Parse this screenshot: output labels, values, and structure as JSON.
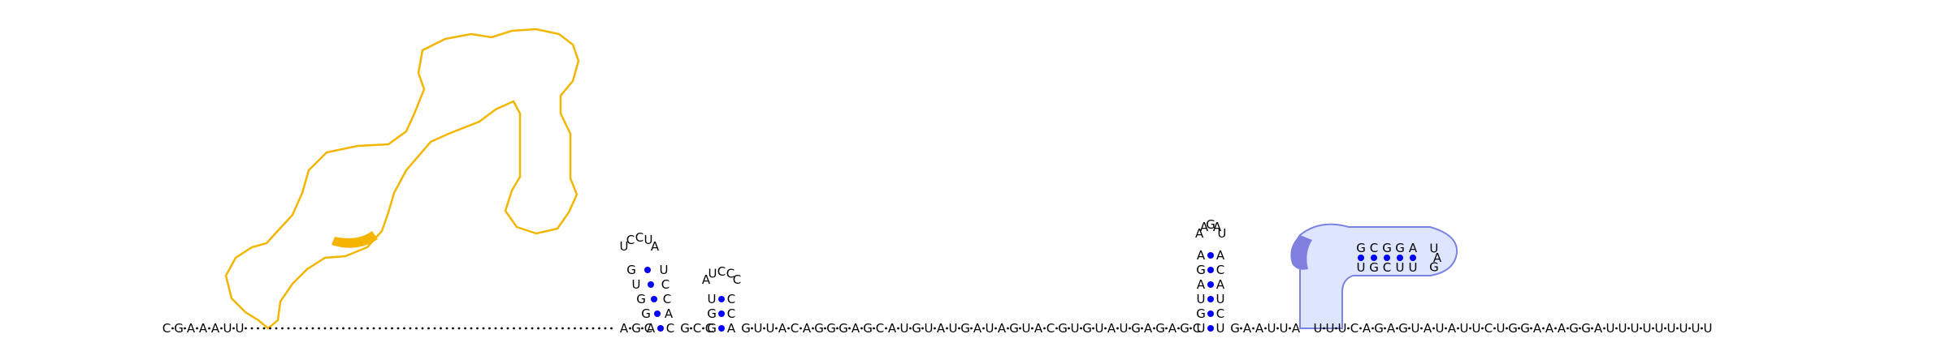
{
  "colors": {
    "background": "#ffffff",
    "base_text": "#000000",
    "pair_dot": "#0000ff",
    "backbone_line": "#000000",
    "gap_dot": "#000000",
    "highlight_orange_outline": "#f2b600",
    "highlight_orange_fill": "#f5b400",
    "highlight_blue_outline": "#7b83e0",
    "highlight_blue_fill": "#dde5ff",
    "highlight_blue_dark": "#7f7fe0"
  },
  "sequence": {
    "prefix": "CGAAAUU",
    "after_hairpin1_gap": "AGC",
    "after_hairpin2": "GCC",
    "main": "GUUACAGGGAGCAUGUAUGAUAGUACGUGUAUGAGAGC",
    "after_hairpin3": "GAAUUA",
    "tail": "UUUCAGAGUAUAUUCUGGAAAGGAUUUUUUUUU"
  },
  "structures": {
    "hairpin_a": {
      "stem5": "AGGUG",
      "loop": "UCCUA",
      "stem3": "CACCU",
      "pairs": 5
    },
    "hairpin_b": {
      "stem5": "GGU",
      "loop": "AUCCC",
      "stem3": "ACC",
      "pairs": 3
    },
    "hairpin_c": {
      "stem5": "UGUAGA",
      "loop": "AAGAU",
      "stem3": "UCUACA",
      "pairs": 6
    },
    "helix_d": {
      "stem5": "GCGGA",
      "loop": "UAG",
      "stem3": "UUCGU",
      "pairs": 5
    }
  }
}
